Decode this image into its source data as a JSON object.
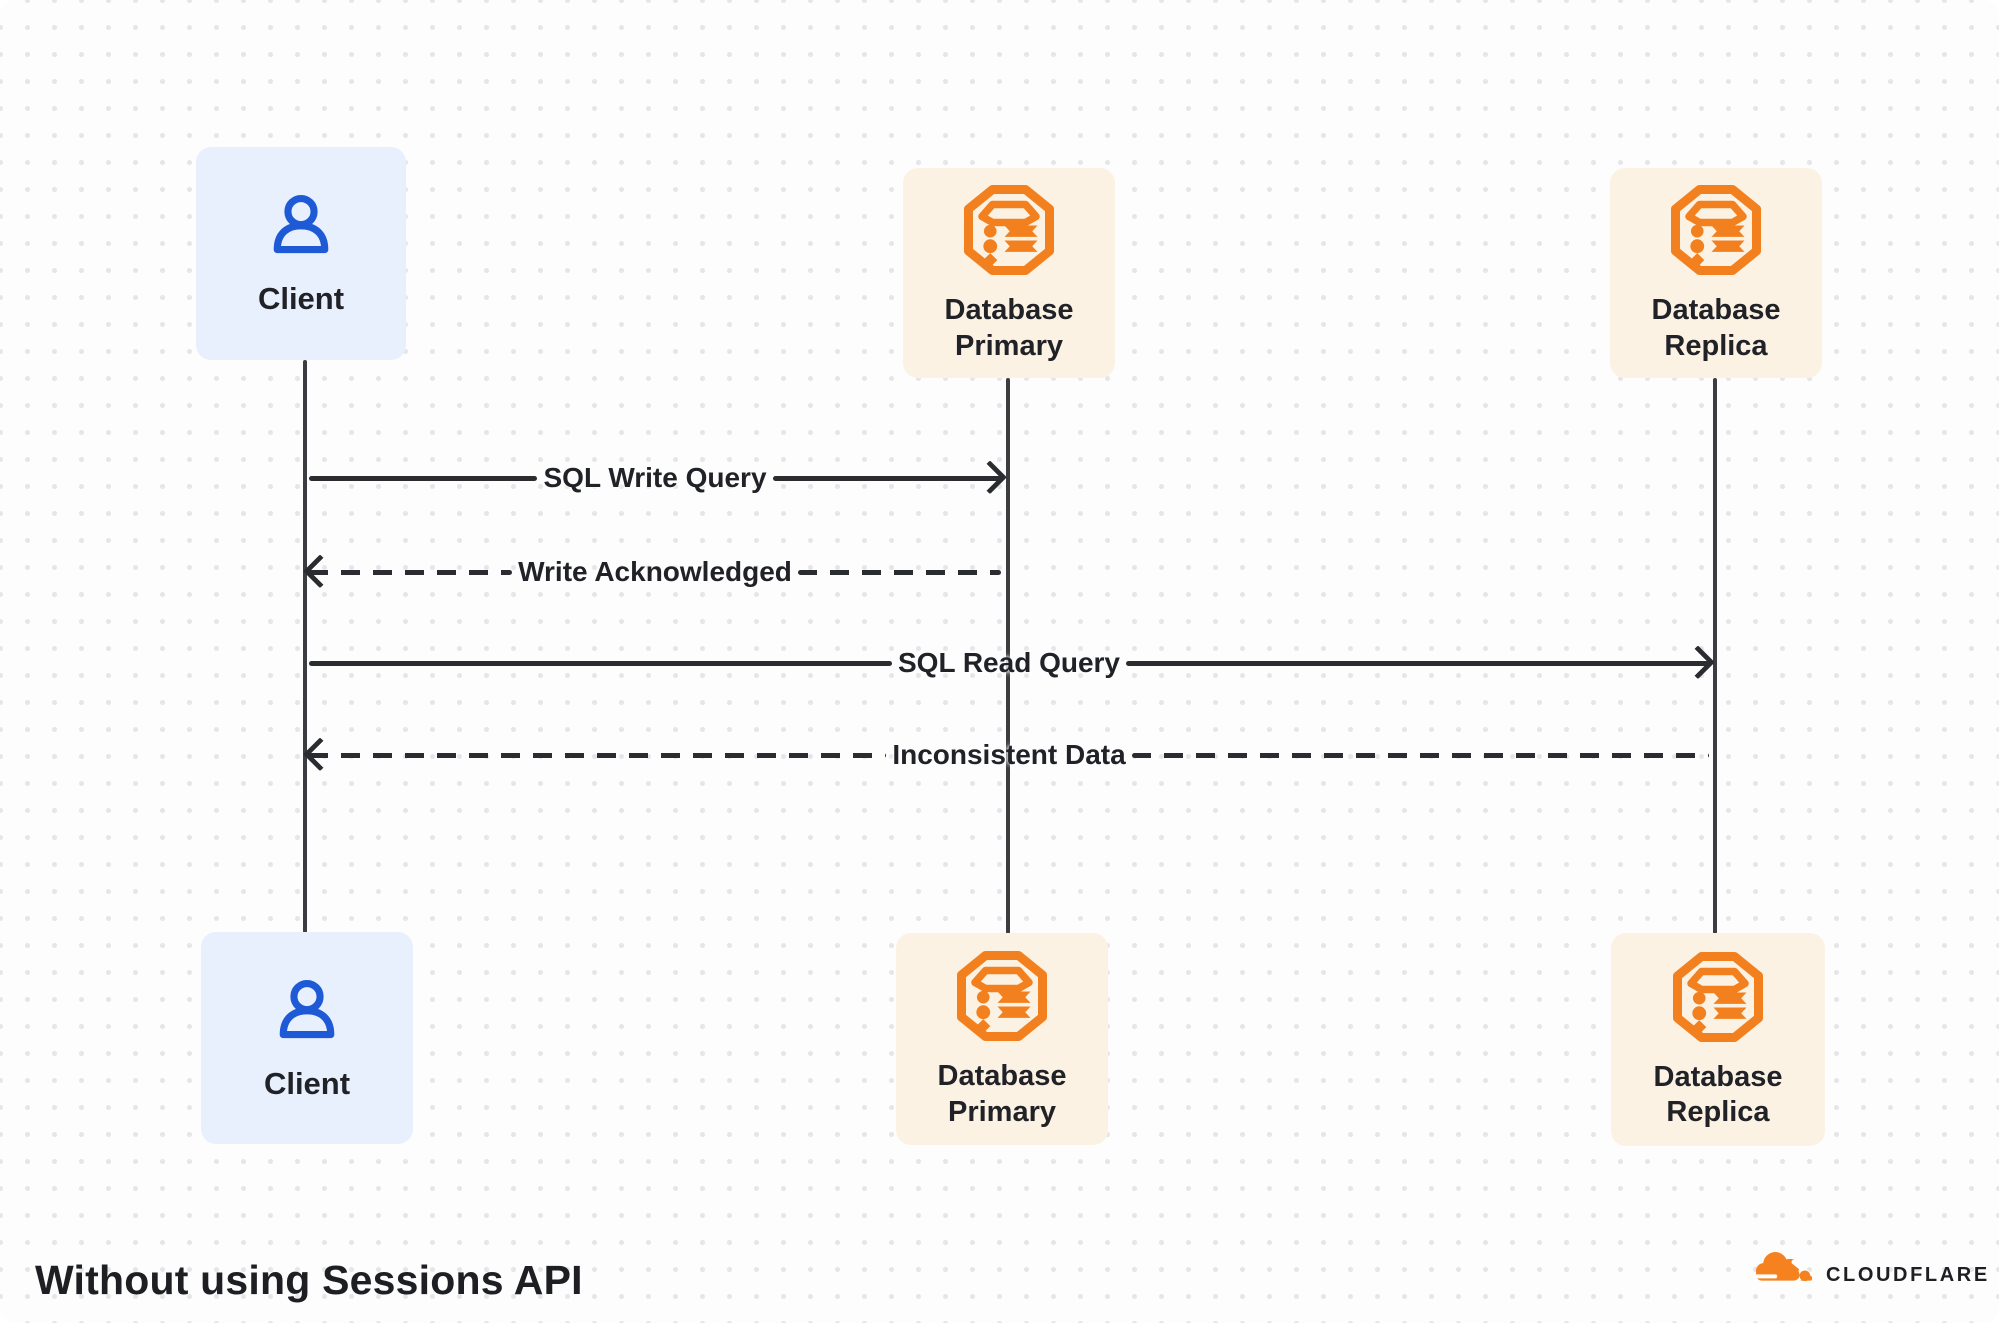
{
  "title": "Without using Sessions API",
  "brand": {
    "wordmark": "CLOUDFLARE"
  },
  "colors": {
    "client_box_bg": "#e9f0fd",
    "database_box_bg": "#fcf2e3",
    "person_icon": "#1e5ad6",
    "database_icon": "#f2801f",
    "cloudflare_orange": "#f6821f",
    "arrow": "#2b2c30",
    "lifeline": "#3c3d41",
    "text": "#202227",
    "dot_grid": "#e6e6ea"
  },
  "actors": {
    "top": [
      {
        "id": "client",
        "label": "Client",
        "icon": "person-icon"
      },
      {
        "id": "db-primary",
        "label": "Database Primary",
        "icon": "database-icon"
      },
      {
        "id": "db-replica",
        "label": "Database Replica",
        "icon": "database-icon"
      }
    ],
    "bottom": [
      {
        "id": "client",
        "label": "Client",
        "icon": "person-icon"
      },
      {
        "id": "db-primary",
        "label": "Database Primary",
        "icon": "database-icon"
      },
      {
        "id": "db-replica",
        "label": "Database Replica",
        "icon": "database-icon"
      }
    ]
  },
  "messages": [
    {
      "label": "SQL Write Query",
      "from": "client",
      "to": "db-primary",
      "line": "solid",
      "direction": "right"
    },
    {
      "label": "Write Acknowledged",
      "from": "db-primary",
      "to": "client",
      "line": "dashed",
      "direction": "left"
    },
    {
      "label": "SQL Read Query",
      "from": "client",
      "to": "db-replica",
      "line": "solid",
      "direction": "right"
    },
    {
      "label": "Inconsistent Data",
      "from": "db-replica",
      "to": "client",
      "line": "dashed",
      "direction": "left"
    }
  ]
}
